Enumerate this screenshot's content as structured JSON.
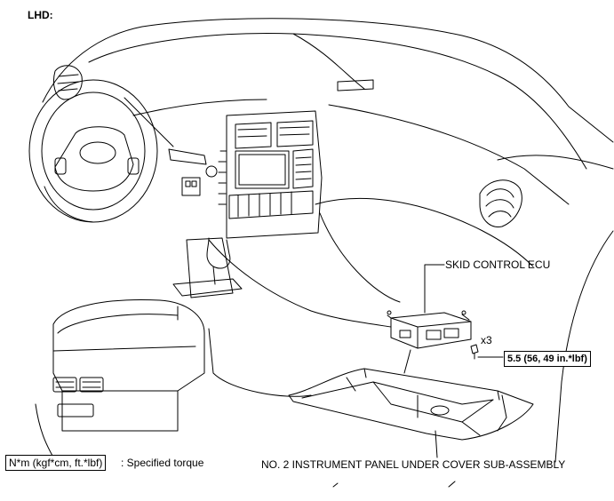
{
  "diagram": {
    "variant_label": "LHD:",
    "parts": {
      "skid_control_ecu": "SKID CONTROL ECU",
      "under_cover": "NO. 2 INSTRUMENT PANEL UNDER COVER SUB-ASSEMBLY"
    },
    "fastener": {
      "quantity": "x3",
      "torque": "5.5 (56, 49 in.*lbf)"
    },
    "legend": {
      "unit_box": "N*m (kgf*cm, ft.*lbf)",
      "description": ": Specified torque"
    }
  }
}
